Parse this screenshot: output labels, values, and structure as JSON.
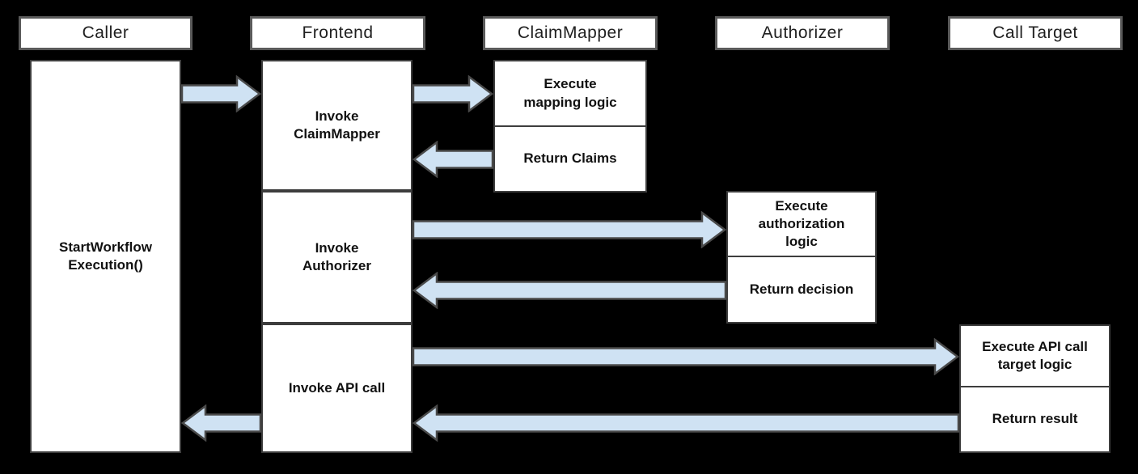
{
  "lifelines": {
    "caller": "Caller",
    "frontend": "Frontend",
    "claim_mapper": "ClaimMapper",
    "authorizer": "Authorizer",
    "call_target": "Call Target"
  },
  "activations": {
    "start_workflow": "StartWorkflow\nExecution()",
    "invoke_claim_mapper": "Invoke\nClaimMapper",
    "invoke_authorizer": "Invoke\nAuthorizer",
    "invoke_api_call": "Invoke API call",
    "execute_mapping_logic": "Execute\nmapping logic",
    "return_claims": "Return Claims",
    "execute_authorization_logic": "Execute\nauthorization\nlogic",
    "return_decision": "Return decision",
    "execute_api_call_target_logic": "Execute API call\ntarget logic",
    "return_result": "Return result"
  },
  "edges": [
    {
      "from": "Caller",
      "to": "Frontend"
    },
    {
      "from": "Frontend",
      "to": "ClaimMapper"
    },
    {
      "from": "ClaimMapper",
      "to": "Frontend"
    },
    {
      "from": "Frontend",
      "to": "Authorizer"
    },
    {
      "from": "Authorizer",
      "to": "Frontend"
    },
    {
      "from": "Frontend",
      "to": "Call Target"
    },
    {
      "from": "Call Target",
      "to": "Frontend"
    },
    {
      "from": "Frontend",
      "to": "Caller"
    }
  ],
  "colors": {
    "background": "#000000",
    "node_fill": "#ffffff",
    "node_border": "#3d3d3d",
    "header_border": "#5a5a5a",
    "arrow_fill": "#cfe2f3",
    "arrow_border": "#4a4a4a",
    "text": "#111111"
  }
}
